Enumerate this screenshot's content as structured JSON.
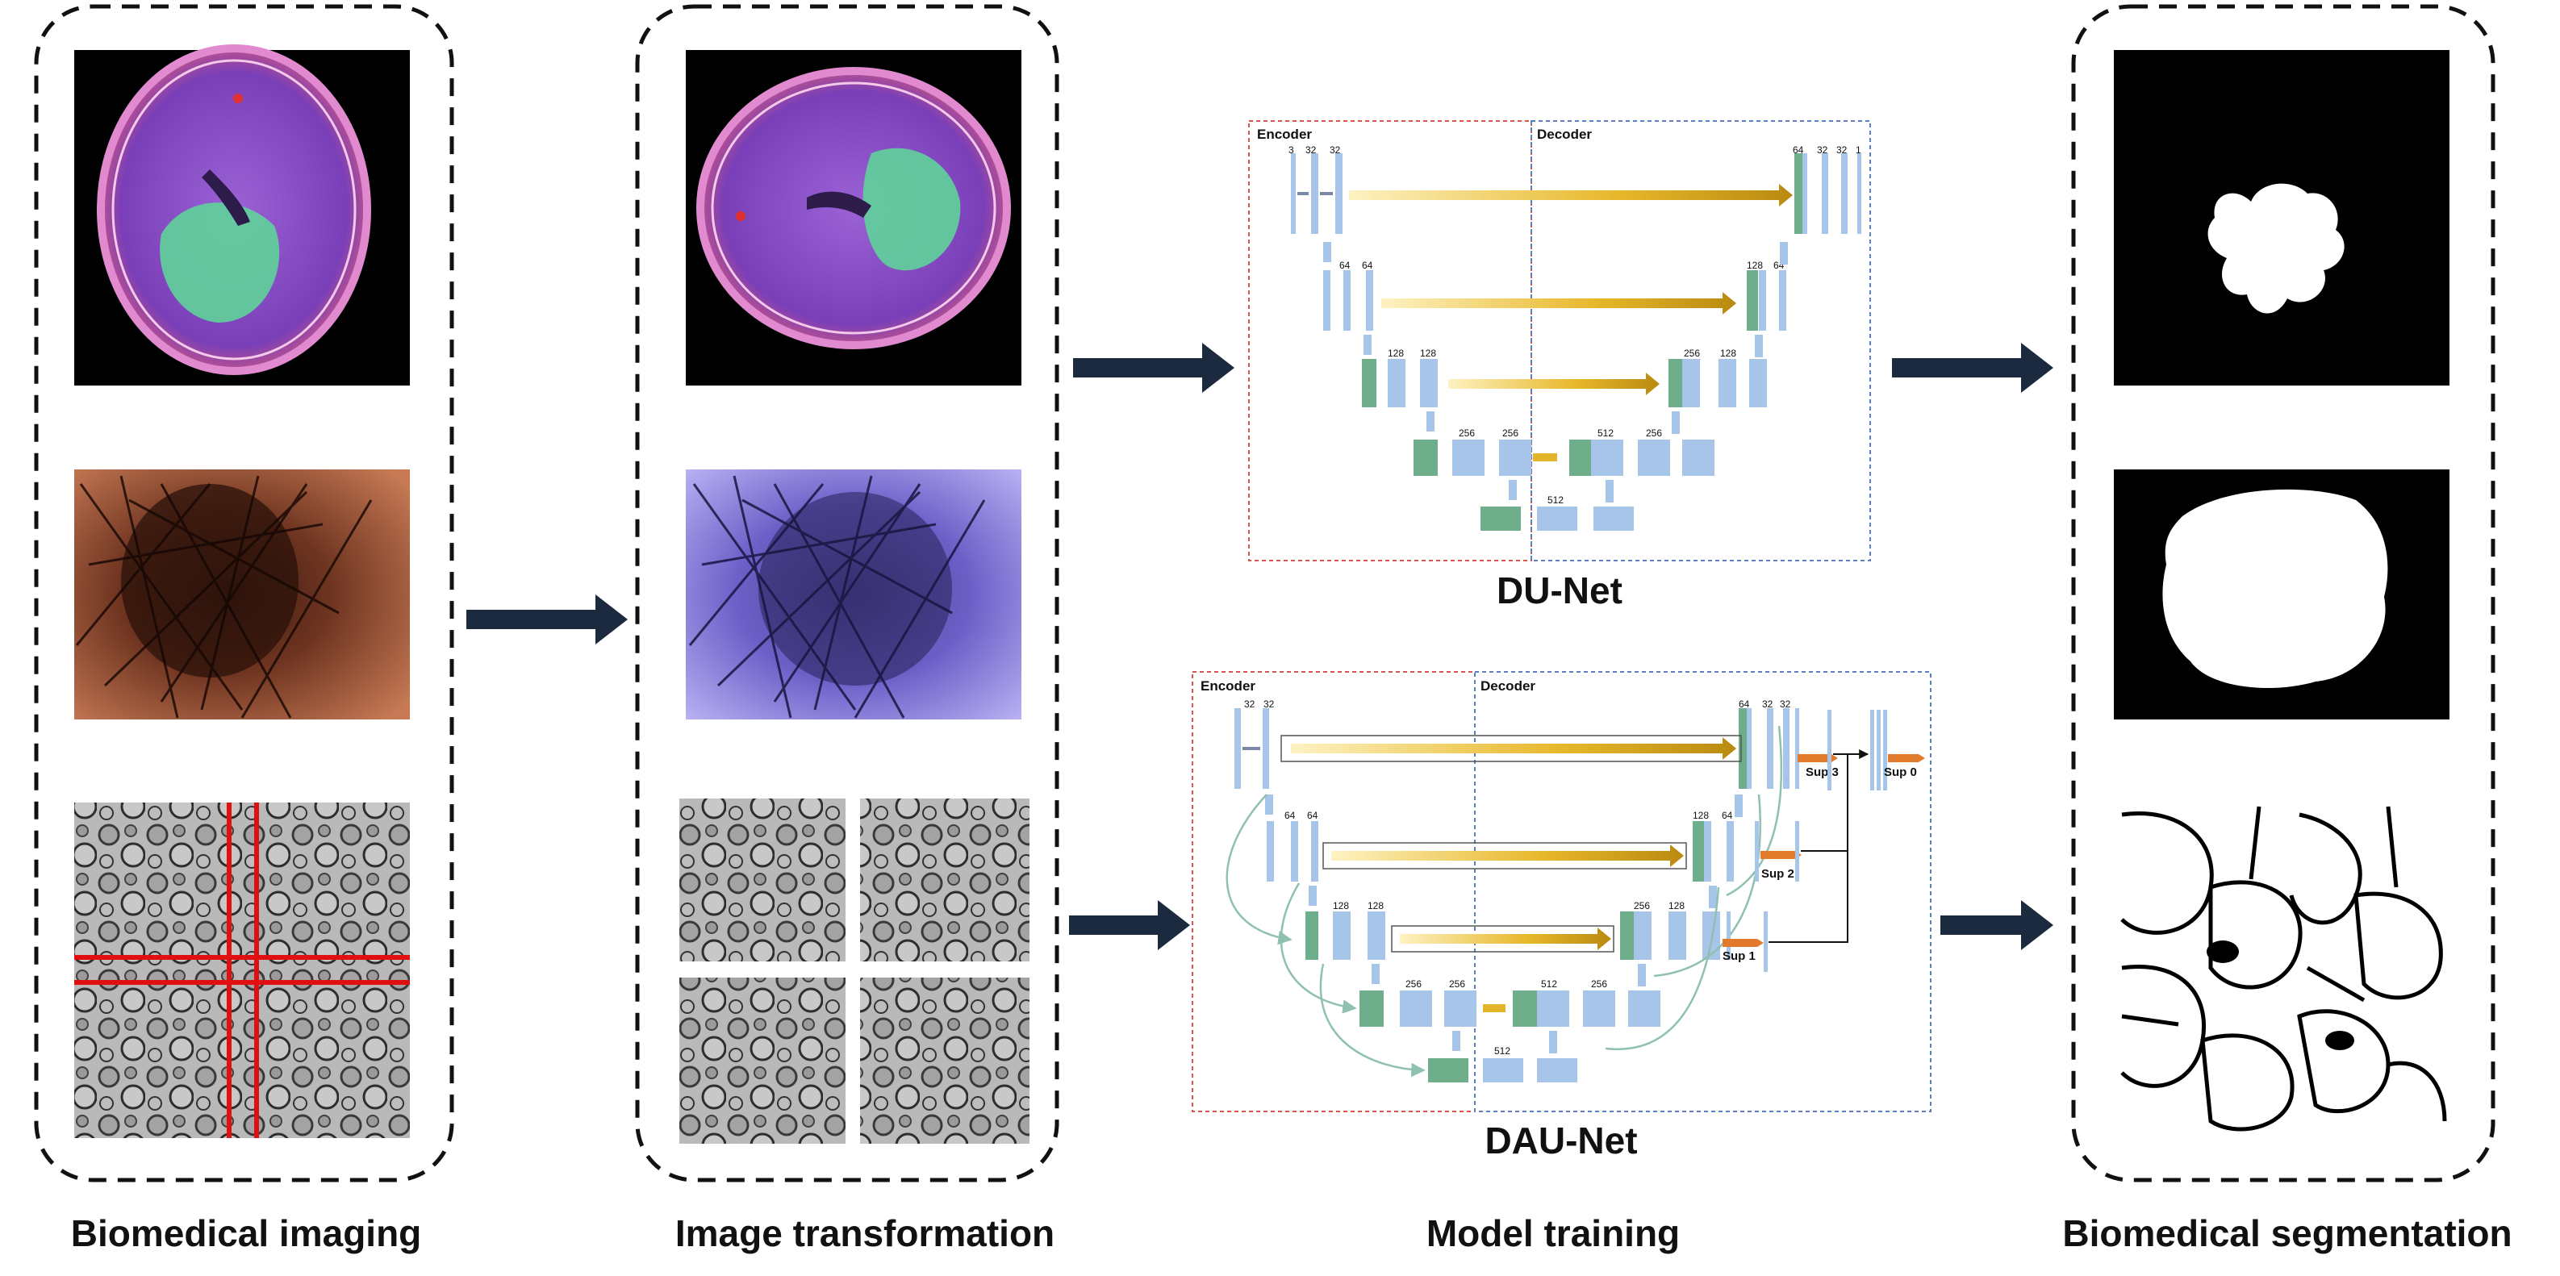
{
  "stages": {
    "imaging": "Biomedical imaging",
    "transformation": "Image transformation",
    "training": "Model training",
    "segmentation": "Biomedical segmentation"
  },
  "du_net": {
    "title": "DU-Net",
    "encoder_label": "Encoder",
    "decoder_label": "Decoder",
    "enc_level1_channels": [
      "3",
      "32",
      "32"
    ],
    "enc_level2_channels": [
      "64",
      "64"
    ],
    "enc_level3_channels": [
      "128",
      "128"
    ],
    "enc_level4_channels": [
      "256",
      "256"
    ],
    "bottleneck_channels": "512",
    "dec_level4_channels": [
      "512",
      "256"
    ],
    "dec_level3_channels": [
      "256",
      "128"
    ],
    "dec_level2_channels": [
      "128",
      "64"
    ],
    "dec_level1_channels": [
      "64",
      "32",
      "32",
      "1"
    ]
  },
  "dau_net": {
    "title": "DAU-Net",
    "encoder_label": "Encoder",
    "decoder_label": "Decoder",
    "enc_level1_channels": [
      "32",
      "32"
    ],
    "enc_level2_channels": [
      "64",
      "64"
    ],
    "enc_level3_channels": [
      "128",
      "128"
    ],
    "enc_level4_channels": [
      "256",
      "256"
    ],
    "bottleneck_channels": "512",
    "dec_level4_channels": [
      "512",
      "256"
    ],
    "dec_level3_channels": [
      "256",
      "128"
    ],
    "dec_level2_channels": [
      "128",
      "64"
    ],
    "dec_level1_channels": [
      "64",
      "32",
      "32"
    ],
    "supervision": [
      "Sup 3",
      "Sup 2",
      "Sup 1",
      "Sup 0"
    ]
  },
  "colors": {
    "box_border": "#000000",
    "arrow": "#1b2a3f",
    "feature_block": "#a7c5e8",
    "concat_block": "#6fae8a",
    "skip_arrow": "#e3b52a",
    "encoder_frame": "#d9534f",
    "decoder_frame": "#5b7fc2",
    "sup_head": "#e27a2c",
    "crosshair": "#e01010"
  },
  "icons": [
    "brain-mri-image",
    "skin-lesion-image",
    "em-cell-image",
    "mask-image"
  ]
}
